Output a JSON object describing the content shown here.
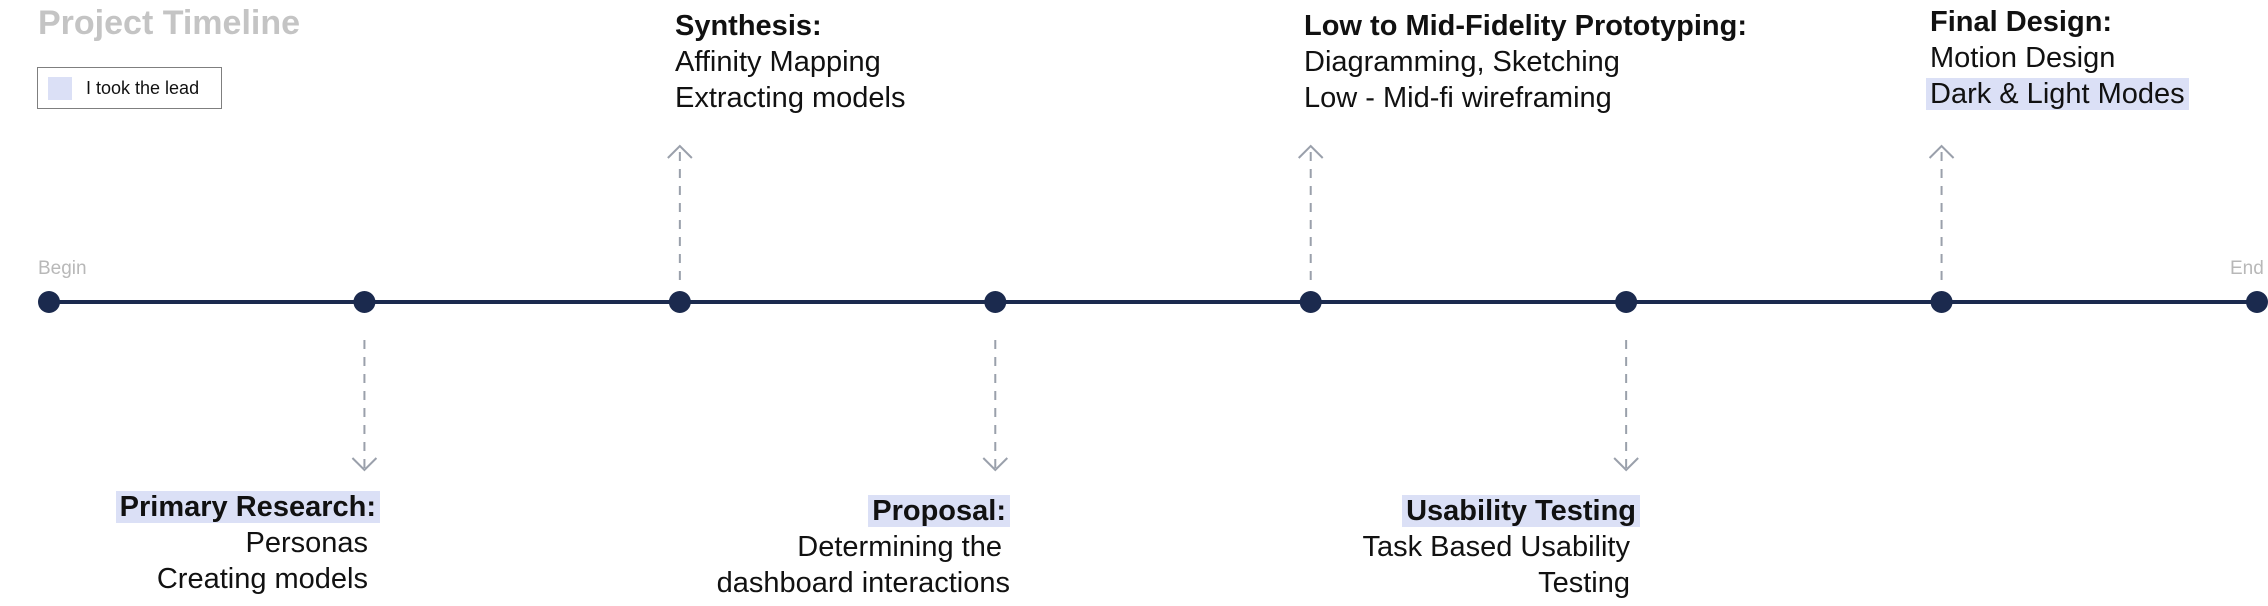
{
  "title": "Project Timeline",
  "legend": {
    "label": "I took the lead",
    "swatch_color": "#dbe0f6"
  },
  "timeline": {
    "begin_label": "Begin",
    "end_label": "End",
    "line_color": "#1b2a4e",
    "connector_color": "#9aa0ab"
  },
  "milestones": [
    {
      "position": 0,
      "direction": "none"
    },
    {
      "position": 1,
      "direction": "down"
    },
    {
      "position": 2,
      "direction": "up"
    },
    {
      "position": 3,
      "direction": "down"
    },
    {
      "position": 4,
      "direction": "up"
    },
    {
      "position": 5,
      "direction": "down"
    },
    {
      "position": 6,
      "direction": "up"
    },
    {
      "position": 7,
      "direction": "none"
    }
  ],
  "phases": {
    "synthesis": {
      "heading": "Synthesis:",
      "lines": [
        "Affinity Mapping",
        "Extracting models"
      ]
    },
    "prototyping": {
      "heading": "Low to Mid-Fidelity Prototyping:",
      "lines": [
        "Diagramming, Sketching",
        "Low - Mid-fi wireframing"
      ]
    },
    "final_design": {
      "heading": "Final Design:",
      "lines": [
        "Motion Design",
        "Dark & Light Modes"
      ],
      "lead_lines": [
        1
      ]
    },
    "primary_research": {
      "heading": "Primary Research:",
      "lines": [
        "Personas",
        "Creating models"
      ],
      "lead_heading": true
    },
    "proposal": {
      "heading": "Proposal:",
      "lines": [
        "Determining the",
        "dashboard interactions"
      ],
      "lead_heading": true
    },
    "usability_testing": {
      "heading": "Usability Testing",
      "lines": [
        "Task Based Usability",
        "Testing"
      ],
      "lead_heading": true
    }
  }
}
